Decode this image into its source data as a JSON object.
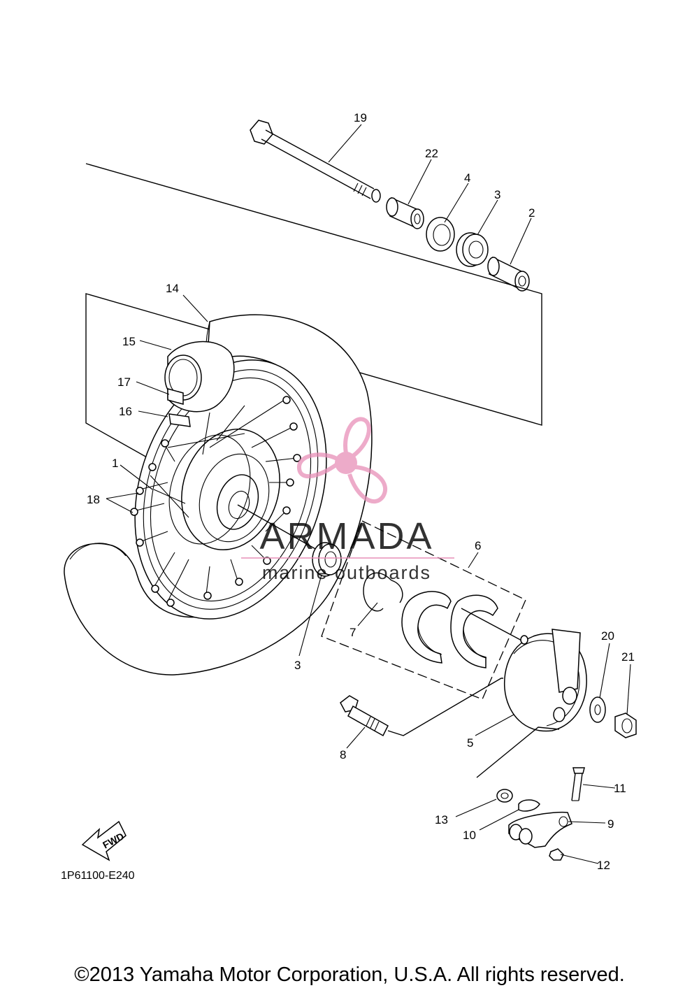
{
  "diagram_code": "1P61100-E240",
  "fwd_label": "FWD",
  "watermark": {
    "brand": "ARMADA",
    "tagline": "marine outboards",
    "color": "#e88fb8",
    "text_color": "#8a8a8a"
  },
  "copyright": "©2013 Yamaha Motor Corporation, U.S.A. All rights reserved.",
  "callouts": {
    "c1": "1",
    "c2": "2",
    "c3a": "3",
    "c3b": "3",
    "c4": "4",
    "c5": "5",
    "c6": "6",
    "c7": "7",
    "c8": "8",
    "c9": "9",
    "c10": "10",
    "c11": "11",
    "c12": "12",
    "c13": "13",
    "c14": "14",
    "c15": "15",
    "c16": "16",
    "c17": "17",
    "c18": "18",
    "c19": "19",
    "c20": "20",
    "c21": "21",
    "c22": "22"
  }
}
